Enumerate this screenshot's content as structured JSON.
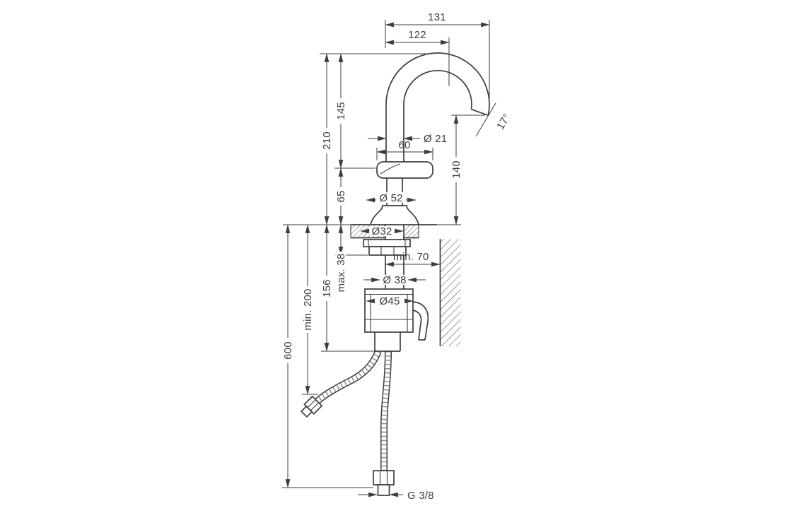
{
  "drawing": {
    "kind": "technical-dimension-drawing",
    "colors": {
      "line": "#3d3d3d",
      "background": "#ffffff"
    },
    "labels": {
      "width_to_tip": "131",
      "width_to_outlet": "122",
      "height_above_deck": "210",
      "spout_rise": "145",
      "body_height": "65",
      "spout_tube_diameter": "Ø 21",
      "handle_width": "60",
      "outlet_height": "140",
      "spray_angle": "17°",
      "base_diameter": "Ø 52",
      "tap_hole_diameter": "Ø32",
      "wall_clearance": "min. 70",
      "max_deck_thickness": "max. 38",
      "shank_diameter": "Ø 38",
      "depth_below_deck": "156",
      "valve_body_diameter": "Ø45",
      "min_clearance_below": "min. 200",
      "hose_length": "600",
      "connection_thread": "G 3/8"
    }
  }
}
